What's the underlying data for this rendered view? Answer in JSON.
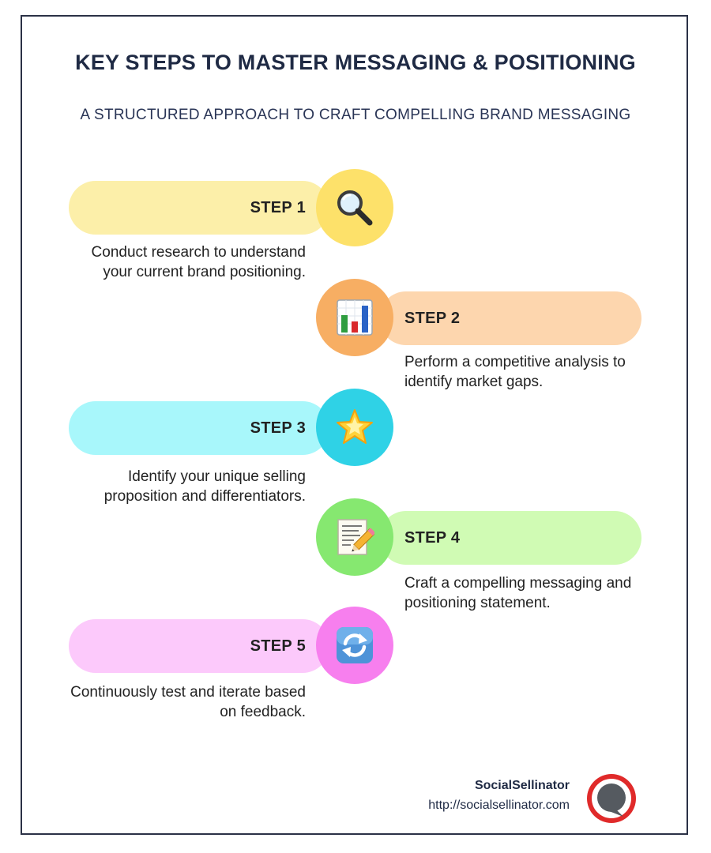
{
  "header": {
    "title": "KEY STEPS TO MASTER MESSAGING & POSITIONING",
    "subtitle": "A STRUCTURED APPROACH TO CRAFT COMPELLING BRAND MESSAGING"
  },
  "steps": [
    {
      "label": "STEP 1",
      "description": "Conduct research to understand your current brand positioning.",
      "icon": "magnifying-glass-icon",
      "pill_color": "#fcefa9",
      "circle_color": "#fde16a"
    },
    {
      "label": "STEP 2",
      "description": "Perform a competitive analysis to identify market gaps.",
      "icon": "bar-chart-icon",
      "pill_color": "#fdd6ae",
      "circle_color": "#f7ae63"
    },
    {
      "label": "STEP 3",
      "description": "Identify your unique selling proposition and differentiators.",
      "icon": "glowing-star-icon",
      "pill_color": "#a8f7fb",
      "circle_color": "#2fd2e6"
    },
    {
      "label": "STEP 4",
      "description": "Craft a compelling messaging and positioning statement.",
      "icon": "memo-pencil-icon",
      "pill_color": "#d0fbb4",
      "circle_color": "#86e870"
    },
    {
      "label": "STEP 5",
      "description": "Continuously test and iterate based on feedback.",
      "icon": "refresh-arrows-icon",
      "pill_color": "#fcc9fb",
      "circle_color": "#f77fee"
    }
  ],
  "footer": {
    "brand": "SocialSellinator",
    "url": "http://socialsellinator.com",
    "logo_color": "#e02a2a"
  }
}
